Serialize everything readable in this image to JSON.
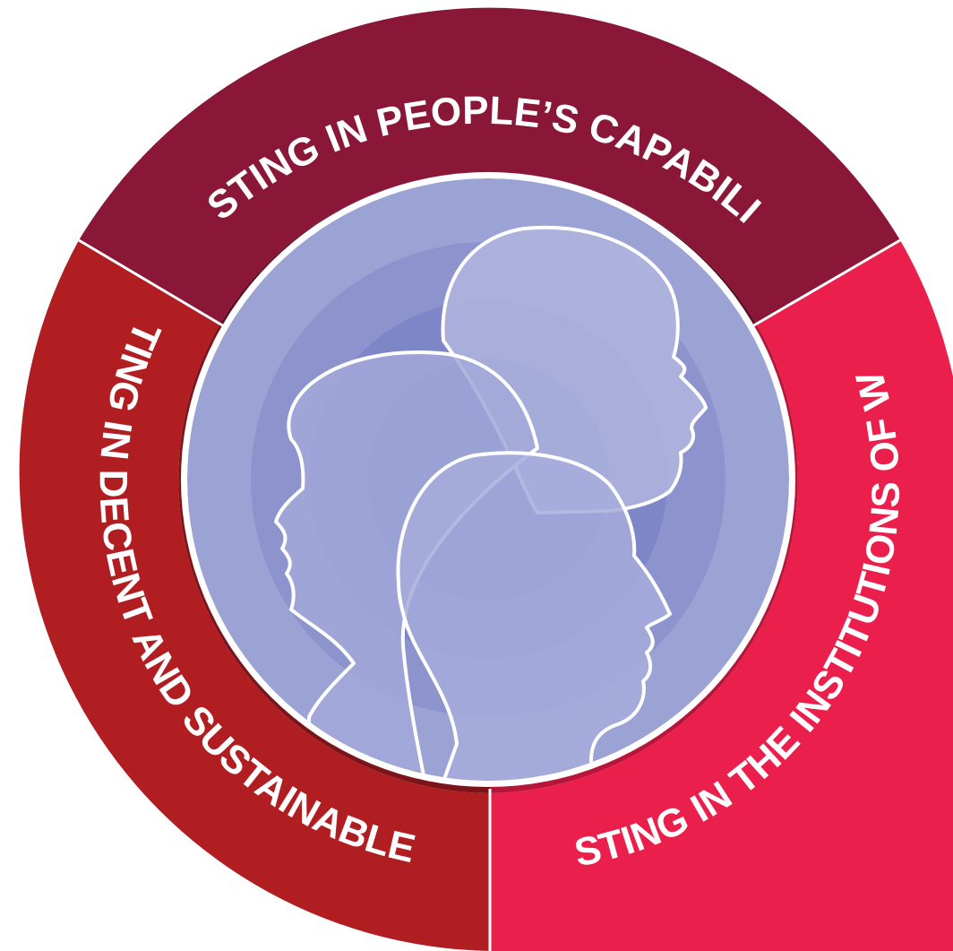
{
  "diagram": {
    "segments": [
      {
        "id": "top",
        "label": "INVESTING IN PEOPLE’S CAPABILITIES",
        "color": "#8a1737",
        "shadow": "#5e0f24"
      },
      {
        "id": "left",
        "label": "INVESTING IN DECENT AND SUSTAINABLE WORK",
        "color": "#b01e22",
        "shadow": "#7d1419"
      },
      {
        "id": "right",
        "label": "INVESTING IN THE INSTITUTIONS OF WORK",
        "color": "#ea1f4b",
        "shadow": "#b8153a"
      }
    ],
    "center": {
      "ring_colors": [
        "#9ba2d4",
        "#8c93cd",
        "#7d86c7",
        "#6f79c0"
      ],
      "border_color": "#ffffff",
      "silhouette_colors": [
        "#b0b5de",
        "#a2a8d8",
        "#a6acda"
      ]
    }
  }
}
